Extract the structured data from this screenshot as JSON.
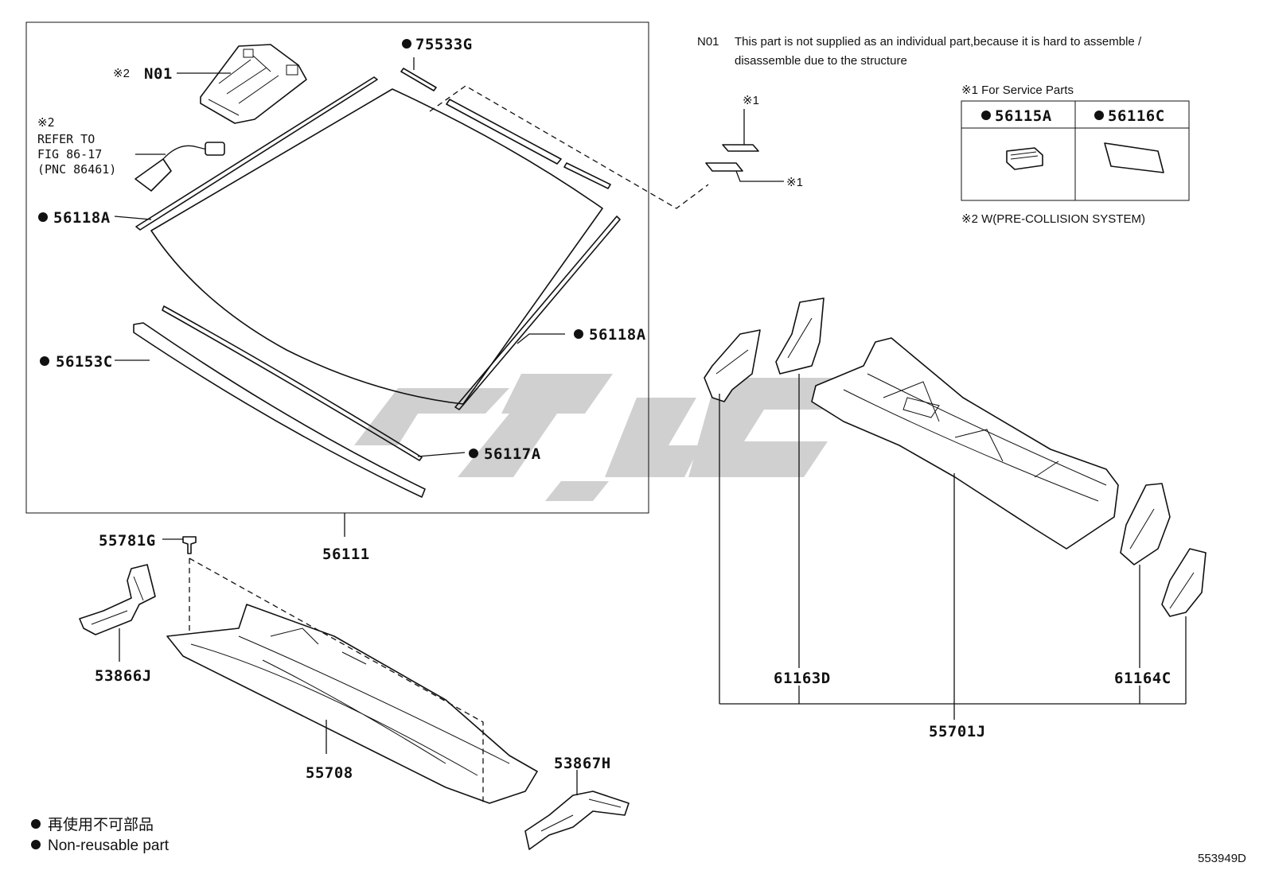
{
  "diagram": {
    "note_code": "N01",
    "note_line1": "This part is not supplied as an individual part,because it is hard to assemble /",
    "note_line2": "disassemble due to the structure",
    "service_title": "※1 For Service Parts",
    "service_parts": [
      "56115A",
      "56116C"
    ],
    "precollision_note": "※2 W(PRE-COLLISION SYSTEM)",
    "refer_note": [
      "※2",
      "REFER TO",
      "FIG 86-17",
      "(PNC 86461)"
    ],
    "mark_1": "※1",
    "mark_2": "※2",
    "labels": {
      "n01": "N01",
      "p75533g": "75533G",
      "p56118a_left": "56118A",
      "p56118a_right": "56118A",
      "p56153c": "56153C",
      "p56117a": "56117A",
      "p56111": "56111",
      "p55781g": "55781G",
      "p53866j": "53866J",
      "p55708": "55708",
      "p53867h": "53867H",
      "p61163d": "61163D",
      "p61164c": "61164C",
      "p55701j": "55701J"
    },
    "legend_jp": "再使用不可部品",
    "legend_en": "Non-reusable part",
    "figure_id": "553949D",
    "watermark_color": "#c8c8c8",
    "line_color": "#111111"
  }
}
